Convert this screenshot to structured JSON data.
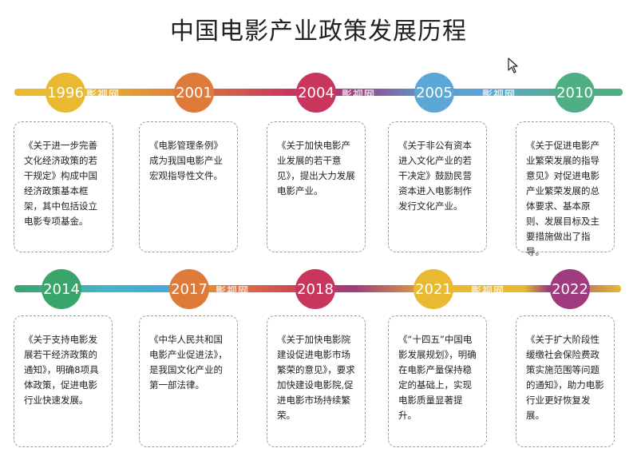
{
  "title": "中国电影产业政策发展历程",
  "watermark": "影视网",
  "colors": {
    "yellow": "#e8b931",
    "orange": "#de7b3a",
    "crimson": "#c8365e",
    "blue": "#5ba7d6",
    "green": "#4fae84",
    "purple": "#9f3b7e"
  },
  "milestones": [
    {
      "year": "1996",
      "text": "《关于进一步完善文化经济政策的若干规定》构成中国经济政策基本框架，其中包括设立电影专项基金。"
    },
    {
      "year": "2001",
      "text": "《电影管理条例》成为我国电影产业宏观指导性文件。"
    },
    {
      "year": "2004",
      "text": "《关于加快电影产业发展的若干意见》，提出大力发展电影产业。"
    },
    {
      "year": "2005",
      "text": "《关于非公有资本进入文化产业的若干决定》鼓励民营资本进入电影制作发行文化产业。"
    },
    {
      "year": "2010",
      "text": "《关于促进电影产业繁荣发展的指导意见》对促进电影产业繁荣发展的总体要求、基本原则、发展目标及主要措施做出了指导。"
    },
    {
      "year": "2014",
      "text": "《关于支持电影发展若干经济政策的通知》，明确8项具体政策，促进电影行业快速发展。"
    },
    {
      "year": "2017",
      "text": "《中华人民共和国电影产业促进法》，是我国文化产业的第一部法律。"
    },
    {
      "year": "2018",
      "text": "《关于加快电影院建设促进电影市场繁荣的意见》，要求加快建设电影院,促进电影市场持续繁荣。"
    },
    {
      "year": "2021",
      "text": "《“十四五”中国电影发展规划》，明确在电影产量保持稳定的基础上，实现电影质量显著提升。"
    },
    {
      "year": "2022",
      "text": "《关于扩大阶段性缓缴社会保险费政策实施范围等问题的通知》，助力电影行业更好恢复发展。"
    }
  ]
}
